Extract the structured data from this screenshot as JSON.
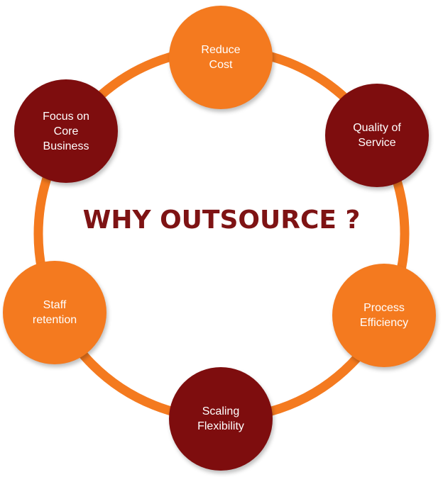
{
  "title": "WHY OUTSOURCE ?",
  "colors": {
    "ring": "#F47A1F",
    "orange_node": "#F47A1F",
    "maroon_node": "#7E0D0E",
    "title": "#7E1314",
    "node_text": "#FFFFFF"
  },
  "nodes": [
    {
      "label": "Reduce\nCost",
      "color": "orange"
    },
    {
      "label": "Quality of\nService",
      "color": "maroon"
    },
    {
      "label": "Process\nEfficiency",
      "color": "orange"
    },
    {
      "label": "Scaling\nFlexibility",
      "color": "maroon"
    },
    {
      "label": "Staff\nretention",
      "color": "orange"
    },
    {
      "label": "Focus on\nCore\nBusiness",
      "color": "maroon"
    }
  ]
}
